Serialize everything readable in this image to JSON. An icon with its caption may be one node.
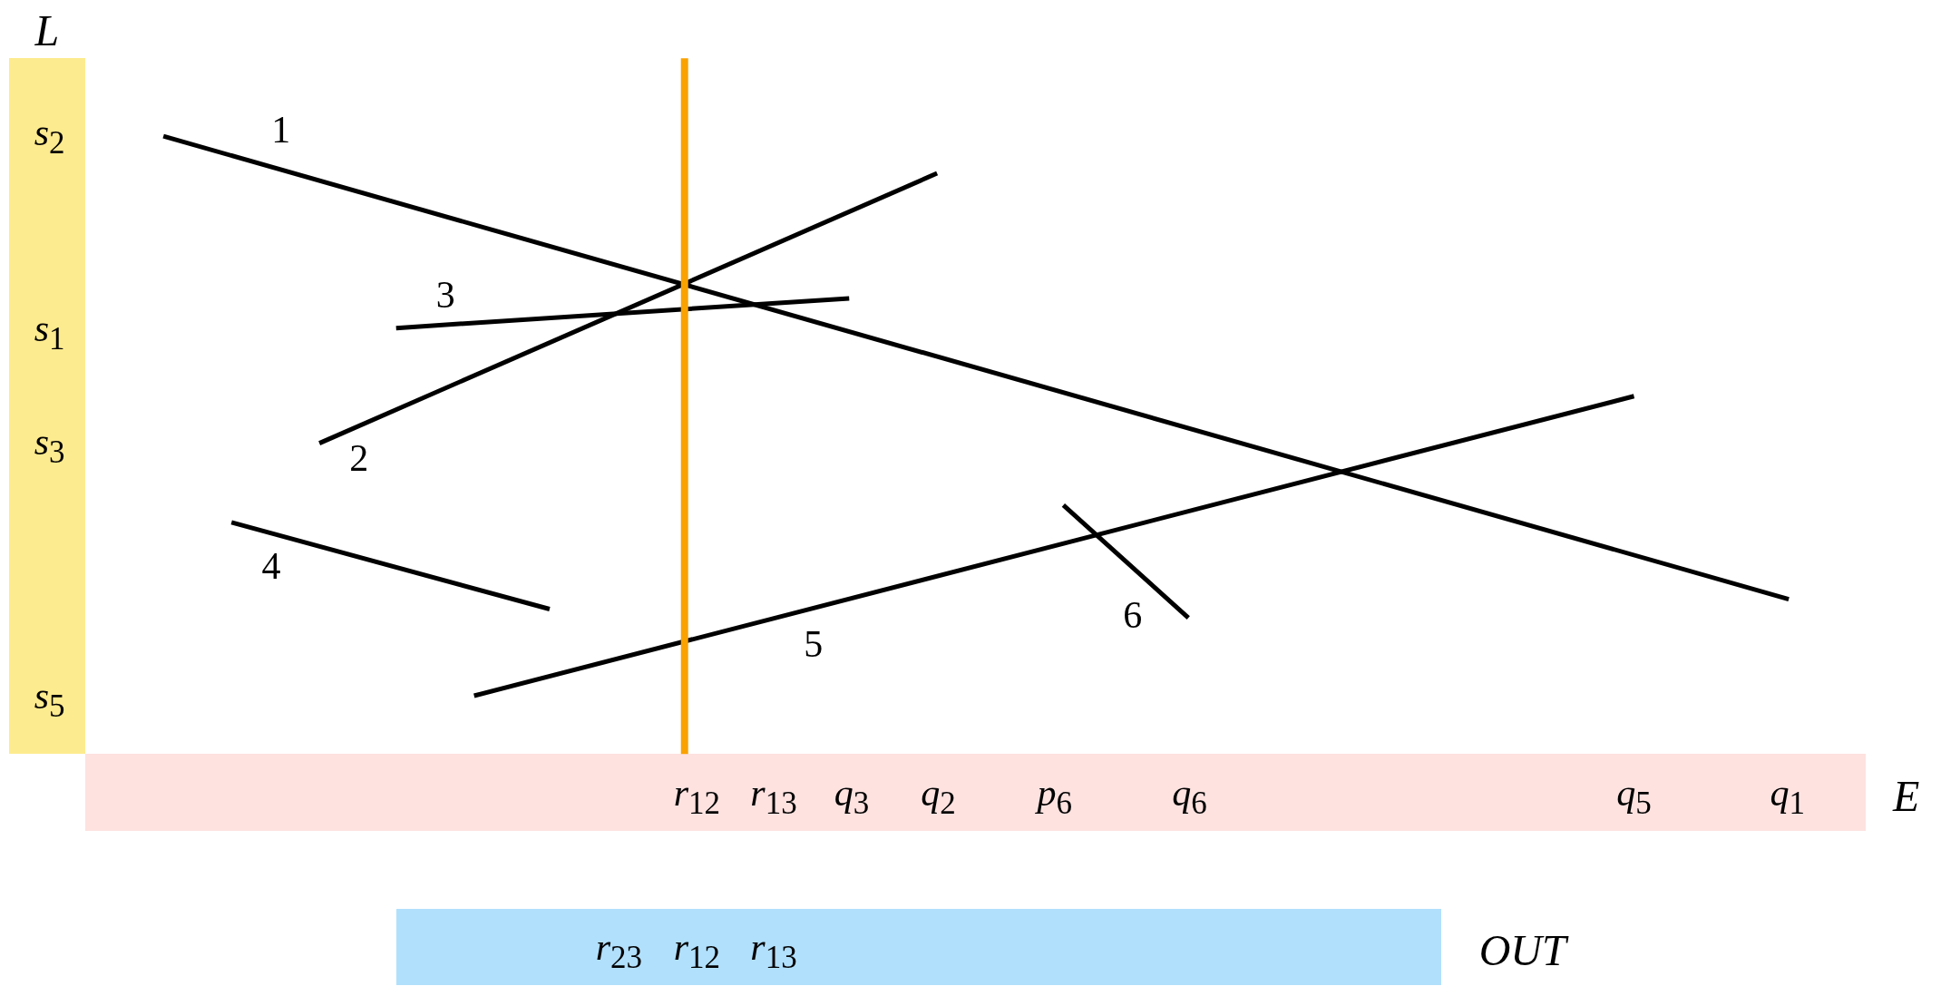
{
  "diagram": {
    "nodes": [
      {
        "text": [
          "*L*",
          "*s*$_{2}$",
          "*s*$_{1}$",
          "*s*$_{3}$",
          "*s*$_{5}$"
        ]
      },
      {
        "text": [
          "*r*$_{12}$",
          "*r*$_{13}$",
          "*q*$_{3}$",
          "*q*$_{2}$",
          "*p*$_{6}$",
          "*q*$_{6}$",
          "*q*$_{5}$",
          "*q*$_{1}$",
          "*E*"
        ]
      },
      {
        "text": [
          "*r*$_{23}$",
          "*r*$_{12}$",
          "*r*$_{13}$",
          "*OUT*"
        ]
      }
    ],
    "edges": [],
    "labels": [
      "1",
      "3",
      "2",
      "4",
      "6",
      "5"
    ]
  }
}
